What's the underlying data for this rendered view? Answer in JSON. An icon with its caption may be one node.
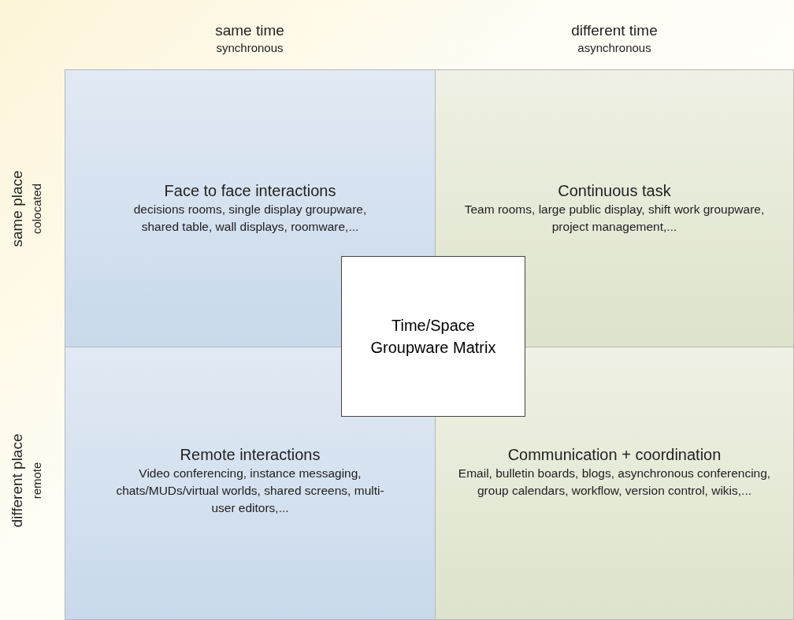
{
  "diagram": {
    "nodes": [
      {
        "text": [
          "Face to face interactions",
          "decisions rooms, single display groupware, shared table, wall displays, roomware,..."
        ]
      },
      {
        "text": [
          "Continuous task",
          "Team rooms, large public display, shift work groupware, project management,..."
        ]
      },
      {
        "text": [
          "Remote interactions",
          "Video conferencing, instance messaging, chats/MUDs/virtual worlds, shared screens, multi-user editors,..."
        ]
      },
      {
        "text": [
          "Communication + coordination",
          "Email, bulletin boards, blogs, asynchronous conferencing, group calendars, workflow, version control, wikis,..."
        ]
      },
      {
        "text": [
          "Time/Space Groupware Matrix"
        ]
      }
    ],
    "labels": [
      "same time",
      "synchronous",
      "different time",
      "asynchronous",
      "same place",
      "colocated",
      "different place",
      "remote"
    ]
  }
}
